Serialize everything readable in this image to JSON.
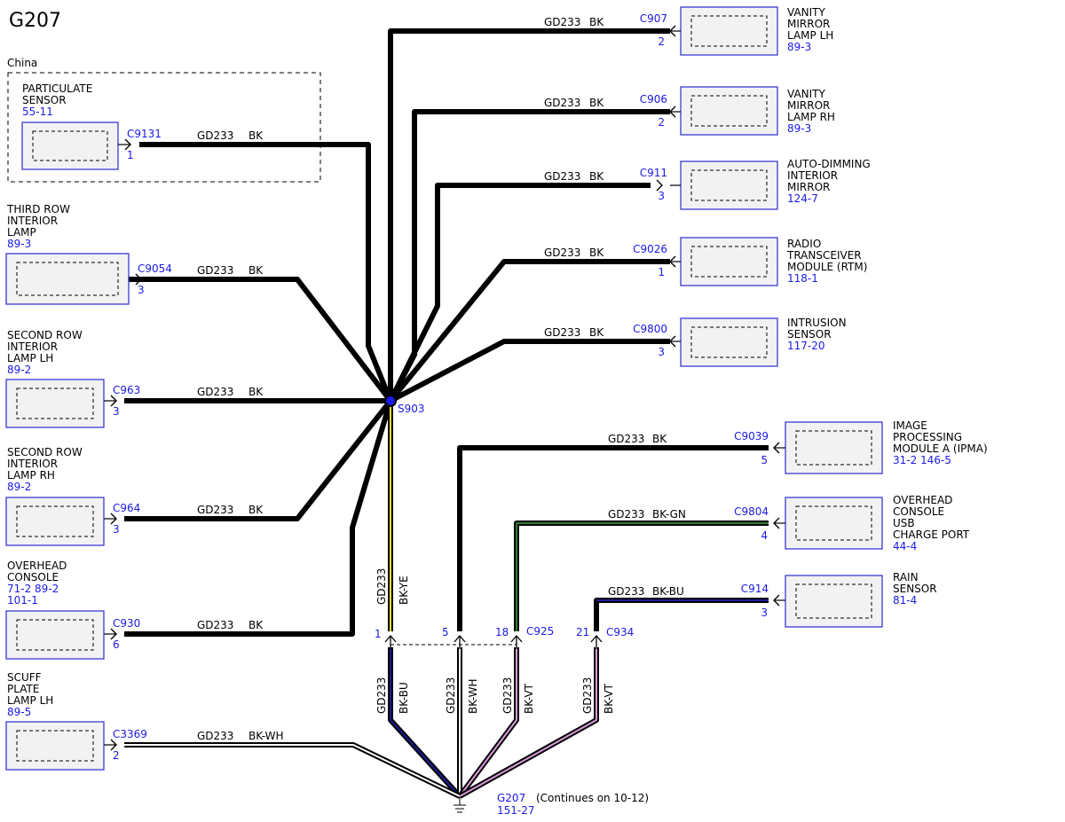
{
  "title": "G207",
  "colors": {
    "black": "#000000",
    "blue_text": "#1a1ae6",
    "wire_yellow": "#e8e63a",
    "wire_blue": "#1a1a9a",
    "wire_violet": "#d99bd9",
    "wire_green": "#2e7d2e",
    "box_border": "#2b2bd0",
    "box_fill": "#f2f2f2"
  },
  "china_group": {
    "label": "China"
  },
  "splice": {
    "id": "S903"
  },
  "ground": {
    "id": "G207",
    "ref": "151-27",
    "note": "(Continues on 10-12)"
  },
  "join_connector": {
    "id": "C925"
  },
  "c934_connector": {
    "id": "C934"
  },
  "left_components": [
    {
      "name_lines": [
        "PARTICULATE",
        "SENSOR"
      ],
      "ref": "55-11",
      "connector": "C9131",
      "pin": "1",
      "circuit": "GD233",
      "color": "BK"
    },
    {
      "name_lines": [
        "THIRD ROW",
        "INTERIOR",
        "LAMP"
      ],
      "ref": "89-3",
      "connector": "C9054",
      "pin": "3",
      "circuit": "GD233",
      "color": "BK"
    },
    {
      "name_lines": [
        "SECOND ROW",
        "INTERIOR",
        "LAMP LH"
      ],
      "ref": "89-2",
      "connector": "C963",
      "pin": "3",
      "circuit": "GD233",
      "color": "BK"
    },
    {
      "name_lines": [
        "SECOND ROW",
        "INTERIOR",
        "LAMP RH"
      ],
      "ref": "89-2",
      "connector": "C964",
      "pin": "3",
      "circuit": "GD233",
      "color": "BK"
    },
    {
      "name_lines": [
        "OVERHEAD",
        "CONSOLE"
      ],
      "ref_lines": [
        "71-2   89-2",
        "101-1"
      ],
      "connector": "C930",
      "pin": "6",
      "circuit": "GD233",
      "color": "BK"
    },
    {
      "name_lines": [
        "SCUFF",
        "PLATE",
        "LAMP LH"
      ],
      "ref": "89-5",
      "connector": "C3369",
      "pin": "2",
      "circuit": "GD233",
      "color": "BK-WH"
    }
  ],
  "right_top_components": [
    {
      "name_lines": [
        "VANITY",
        "MIRROR",
        "LAMP LH"
      ],
      "ref": "89-3",
      "connector": "C907",
      "pin": "2",
      "circuit": "GD233",
      "color": "BK"
    },
    {
      "name_lines": [
        "VANITY",
        "MIRROR",
        "LAMP RH"
      ],
      "ref": "89-3",
      "connector": "C906",
      "pin": "2",
      "circuit": "GD233",
      "color": "BK"
    },
    {
      "name_lines": [
        "AUTO-DIMMING",
        "INTERIOR",
        "MIRROR"
      ],
      "ref": "124-7",
      "connector": "C911",
      "pin": "3",
      "circuit": "GD233",
      "color": "BK"
    },
    {
      "name_lines": [
        "RADIO",
        "TRANSCEIVER",
        "MODULE (RTM)"
      ],
      "ref": "118-1",
      "connector": "C9026",
      "pin": "1",
      "circuit": "GD233",
      "color": "BK"
    },
    {
      "name_lines": [
        "INTRUSION",
        "SENSOR"
      ],
      "ref": "117-20",
      "connector": "C9800",
      "pin": "3",
      "circuit": "GD233",
      "color": "BK"
    }
  ],
  "right_bottom_components": [
    {
      "name_lines": [
        "IMAGE",
        "PROCESSING",
        "MODULE A (IPMA)"
      ],
      "ref": "31-2   146-5",
      "connector": "C9039",
      "pin": "5",
      "circuit": "GD233",
      "color": "BK"
    },
    {
      "name_lines": [
        "OVERHEAD",
        "CONSOLE",
        "USB",
        "CHARGE PORT"
      ],
      "ref": "44-4",
      "connector": "C9804",
      "pin": "4",
      "circuit": "GD233",
      "color": "BK-GN"
    },
    {
      "name_lines": [
        "RAIN",
        "SENSOR"
      ],
      "ref": "81-4",
      "connector": "C914",
      "pin": "3",
      "circuit": "GD233",
      "color": "BK-BU"
    }
  ],
  "vertical_wires": [
    {
      "circuit": "GD233",
      "color": "BK-YE",
      "pin": "1"
    },
    {
      "circuit": "GD233",
      "color": "BK-BU"
    },
    {
      "circuit": "GD233",
      "color": "BK-WH",
      "pin": "5"
    },
    {
      "circuit": "GD233",
      "color": "BK-VT",
      "pin": "18"
    },
    {
      "circuit": "GD233",
      "color": "BK-VT",
      "pin": "21"
    }
  ]
}
